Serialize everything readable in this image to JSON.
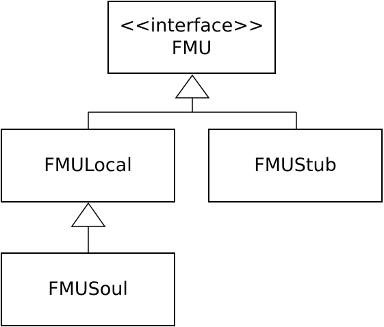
{
  "diagram": {
    "interface": {
      "stereotype": "<<interface>>",
      "name": "FMU"
    },
    "classes": {
      "local": "FMULocal",
      "stub": "FMUStub",
      "soul": "FMUSoul"
    },
    "relations": [
      {
        "from": "FMULocal",
        "to": "FMU",
        "type": "realization"
      },
      {
        "from": "FMUStub",
        "to": "FMU",
        "type": "realization"
      },
      {
        "from": "FMUSoul",
        "to": "FMULocal",
        "type": "generalization"
      }
    ]
  }
}
